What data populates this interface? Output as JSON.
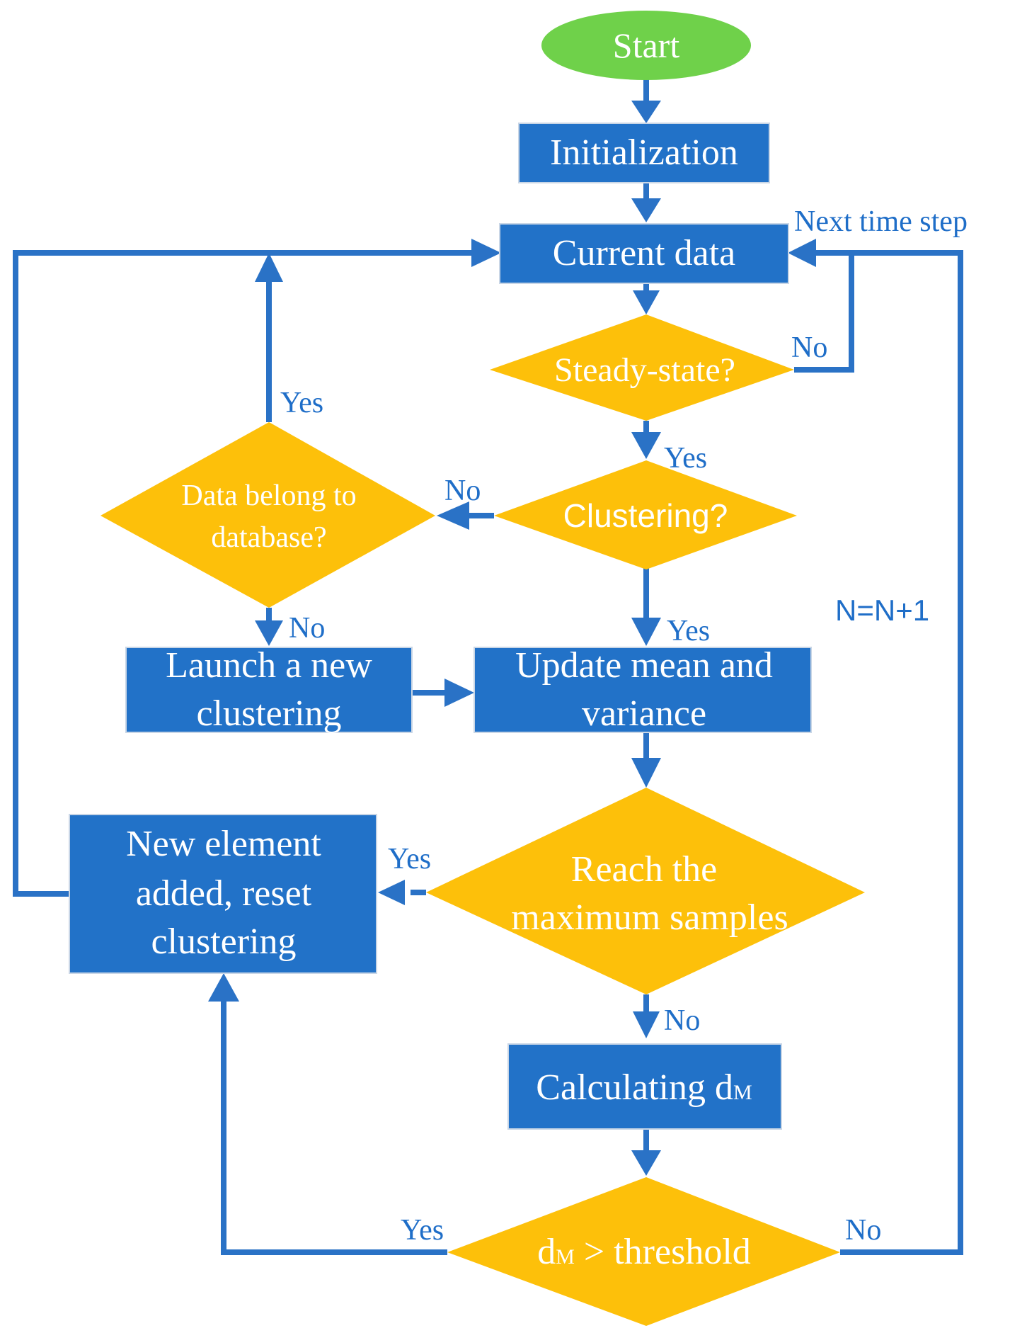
{
  "nodes": {
    "start": "Start",
    "initialization": "Initialization",
    "current_data": "Current data",
    "steady_state": "Steady-state?",
    "clustering": "Clustering?",
    "belong_line1": "Data belong to",
    "belong_line2": "database?",
    "launch_line1": "Launch a new",
    "launch_line2": "clustering",
    "update_line1": "Update mean and",
    "update_line2": "variance",
    "reach_line1": "Reach the",
    "reach_line2": "maximum samples",
    "newel_line1": "New element",
    "newel_line2": "added, reset",
    "newel_line3": "clustering",
    "calc_main": "Calculating d",
    "calc_sub": "M",
    "thr_d": "d",
    "thr_sub": "M",
    "thr_rest": " > threshold"
  },
  "labels": {
    "next_time_step": "Next time step",
    "counter": "N=N+1",
    "steady_no": "No",
    "steady_yes": "Yes",
    "clustering_no": "No",
    "clustering_yes": "Yes",
    "belong_yes": "Yes",
    "belong_no": "No",
    "reach_yes": "Yes",
    "reach_no": "No",
    "threshold_yes": "Yes",
    "threshold_no": "No"
  },
  "colors": {
    "process_box": "#2272c8",
    "decision": "#fdc00a",
    "start": "#6fd14a",
    "connector": "#2a72c6",
    "label": "#1f6ec8"
  }
}
